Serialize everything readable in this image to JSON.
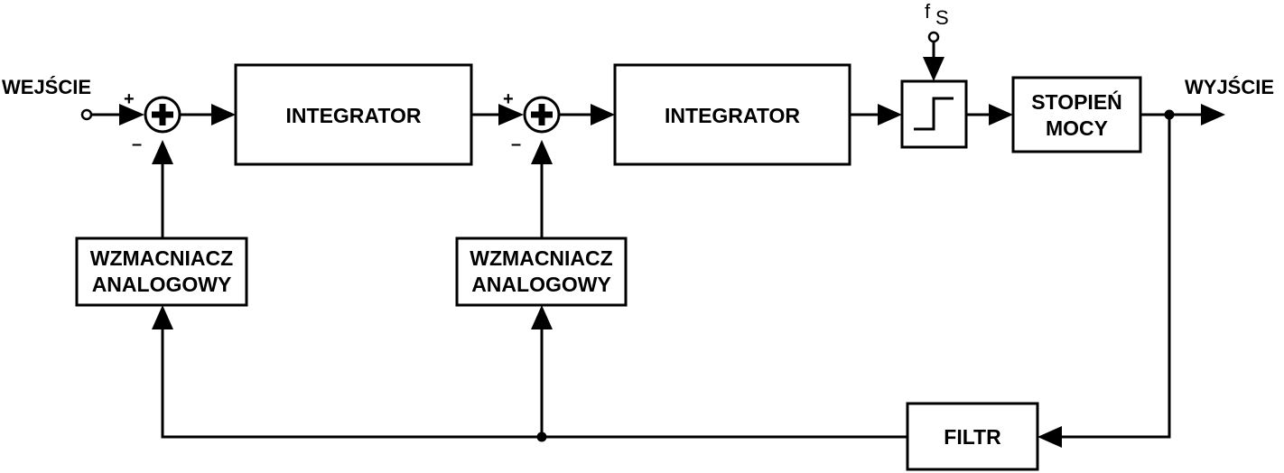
{
  "input_label": "WEJŚCIE",
  "output_label": "WYJŚCIE",
  "clock_label": "f",
  "clock_subscript": "S",
  "summer1": {
    "plus": "+",
    "minus": "–"
  },
  "summer2": {
    "plus": "+",
    "minus": "–"
  },
  "integrator1": "INTEGRATOR",
  "integrator2": "INTEGRATOR",
  "amp1": {
    "line1": "WZMACNIACZ",
    "line2": "ANALOGOWY"
  },
  "amp2": {
    "line1": "WZMACNIACZ",
    "line2": "ANALOGOWY"
  },
  "power_stage": {
    "line1": "STOPIEŃ",
    "line2": "MOCY"
  },
  "filter": "FILTR"
}
